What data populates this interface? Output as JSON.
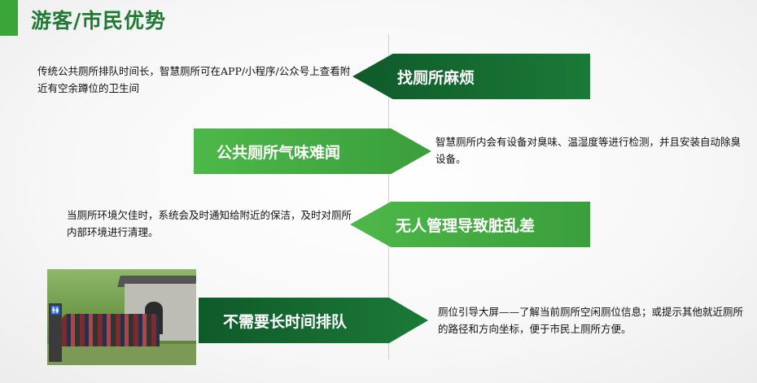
{
  "header": {
    "title": "游客/市民优势"
  },
  "rows": [
    {
      "label": "找厕所麻烦",
      "description": "传统公共厕所排队时间长，智慧厕所可在APP/小程序/公众号上查看附近有空余蹲位的卫生间"
    },
    {
      "label": "公共厕所气味难闻",
      "description": "智慧厕所内会有设备对臭味、温湿度等进行检测，并且安装自动除臭设备。"
    },
    {
      "label": "无人管理导致脏乱差",
      "description": "当厕所环境欠佳时，系统会及时通知给附近的保洁，及时对厕所内部环境进行清理。"
    },
    {
      "label": "不需要长时间排队",
      "description": "厕位引导大屏——了解当前厕所空闲厕位信息；或提示其他就近厕所的路径和方向坐标，便于市民上厕所方便。"
    }
  ],
  "colors": {
    "dark_green": "#0f5a2a",
    "light_green": "#4db848",
    "title_green": "#1f7a34"
  },
  "photo": {
    "icon": "toilet-queue-photo"
  }
}
